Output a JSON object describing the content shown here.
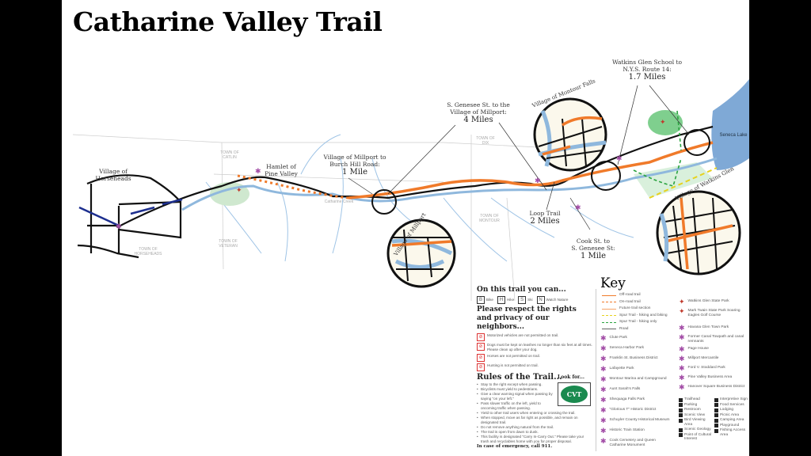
{
  "title": "Catharine Valley Trail",
  "map_labels": {
    "horseheads": "Village of Horseheads",
    "pine_valley": "Hamlet of Pine Valley",
    "millport_burch": {
      "line1": "Village of Millport to",
      "line2": "Burch Hill Road:",
      "dist": "1 Mile"
    },
    "genesee_millport": {
      "line1": "S. Genesee St. to the",
      "line2": "Village of Millport:",
      "dist": "4 Miles"
    },
    "loop_trail": {
      "line1": "Loop Trail",
      "dist": "2 Miles"
    },
    "cook_genesee": {
      "line1": "Cook St. to",
      "line2": "S. Genesee St:",
      "dist": "1 Mile"
    },
    "watkins_route14": {
      "line1": "Watkins Glen School to",
      "line2": "N.Y.S. Route 14:",
      "dist": "1.7 Miles"
    },
    "montour_falls": "Village of Montour Falls",
    "millport": "Village of Millport",
    "watkins_glen": "Village of Watkins Glen",
    "seneca_lake": "Seneca Lake",
    "catharine_creek": "Catharine Creek",
    "towns": [
      "TOWN OF CATLIN",
      "TOWN OF VETERAN",
      "TOWN OF HORSEHEADS",
      "TOWN OF DIX",
      "TOWN OF MONTOUR"
    ]
  },
  "activities": {
    "heading": "On this trail you can...",
    "items": [
      "Bike",
      "Hike",
      "Ski",
      "Watch Nature"
    ]
  },
  "respect": {
    "heading": "Please respect the rights and privacy of our neighbors...",
    "items": [
      "Motorized vehicles are not permitted on trail.",
      "Dogs must be kept on leashes no longer than six feet at all times. Please clean up after your dog.",
      "Horses are not permitted on trail.",
      "Hunting is not permitted on trail."
    ]
  },
  "rules": {
    "heading": "Rules of the Trail...",
    "items": [
      "Stay to the right except when passing.",
      "Bicyclists must yield to pedestrians.",
      "Give a clear warning signal when passing by saying \"on your left.\"",
      "Pass slower traffic on the left, yield to oncoming traffic when passing.",
      "Yield to other trail users when entering or crossing the trail.",
      "When stopped, move as far right as possible, and remain on designated trail.",
      "Do not remove anything natural from the trail.",
      "The trail is open from dawn to dusk.",
      "This facility is designated \"Carry In-Carry Out.\" Please take your trash and recyclables home with you for proper disposal."
    ],
    "emergency": "In case of emergency, call 911."
  },
  "look_for": {
    "heading": "Look for...",
    "logo_text": "CVT"
  },
  "key": {
    "title": "Key",
    "lines": [
      {
        "label": "Off-road trail",
        "color": "#f07a2a",
        "style": "solid"
      },
      {
        "label": "On-road trail",
        "color": "#f07a2a",
        "style": "dashed"
      },
      {
        "label": "Future trail section",
        "color": "#f5a36a",
        "style": "solid"
      },
      {
        "label": "Spur Trail - hiking and biking",
        "color": "#e6d21e",
        "style": "dashed"
      },
      {
        "label": "Spur Trail - hiking only",
        "color": "#2aa33f",
        "style": "dashed"
      },
      {
        "label": "Road",
        "color": "#666666",
        "style": "solid"
      }
    ],
    "sites_left": [
      "Clute Park",
      "Seneca Harbor Park",
      "Franklin St. Business District",
      "Lafayette Park",
      "Montour Marina and Campground",
      "Aunt Sarah's Falls",
      "Shequaga Falls Park",
      "\"Glorious T\" Historic District",
      "Schuyler County Historical Museum",
      "Historic Train Station",
      "Cook Cemetery and Queen Catharine Monument"
    ],
    "sites_right": [
      "Watkins Glen State Park",
      "Mark Twain State Park Soaring Eagles Golf Course",
      "Havana Glen Town Park",
      "Former Canal Towpath and canal remnants",
      "Page House",
      "Millport Mercantile",
      "Ford V. Stoddard Park",
      "Pine Valley Business Area",
      "Hanover Square Business District"
    ],
    "amenities": [
      "Trailhead",
      "Parking",
      "Restroom",
      "Scenic View",
      "Bird Viewing Area",
      "Scenic Geology",
      "Point of Cultural Interest",
      "Interpretive Sign",
      "Food Services",
      "Lodging",
      "Picnic Area",
      "Camping Area",
      "Playground",
      "Fishing Access Area"
    ]
  },
  "colors": {
    "trail": "#f07a2a",
    "water": "#8fb8dd",
    "lake": "#7fa9d6",
    "green": "#bfe3c4",
    "poi": "#a24ca6"
  }
}
